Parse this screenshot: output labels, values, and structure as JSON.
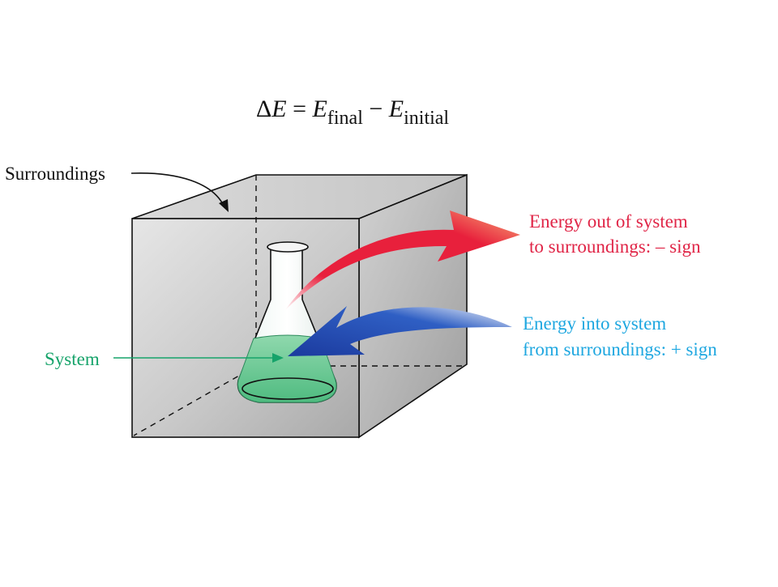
{
  "equation": {
    "delta": "Δ",
    "lhs_var": "E",
    "equals": " = ",
    "term1_var": "E",
    "term1_sub": "final",
    "minus": " − ",
    "term2_var": "E",
    "term2_sub": "initial"
  },
  "labels": {
    "surroundings": "Surroundings",
    "system": "System",
    "energy_out_line1": "Energy out of system",
    "energy_out_line2": "to surroundings: – sign",
    "energy_in_line1": "Energy into system",
    "energy_in_line2": "from surroundings: + sign"
  },
  "colors": {
    "energy_out": "#e02446",
    "energy_in": "#1ea7e0",
    "system": "#16a36a",
    "blue_arrow": "#2046b0",
    "cube_front": "#c8c8c8",
    "cube_side": "#b8b8b8",
    "cube_top": "#d6d6d6"
  },
  "icons": {
    "flask": "erlenmeyer-flask-icon",
    "arrow_out": "curved-arrow-out-icon",
    "arrow_in": "curved-arrow-in-icon"
  }
}
